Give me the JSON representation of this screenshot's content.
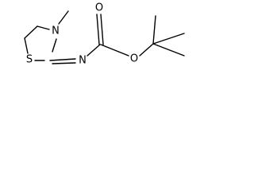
{
  "molecule": {
    "atoms": {
      "n_ring": "N",
      "s_ring": "S",
      "n_imine": "N",
      "o_carbonyl": "O",
      "o_ester": "O"
    }
  }
}
